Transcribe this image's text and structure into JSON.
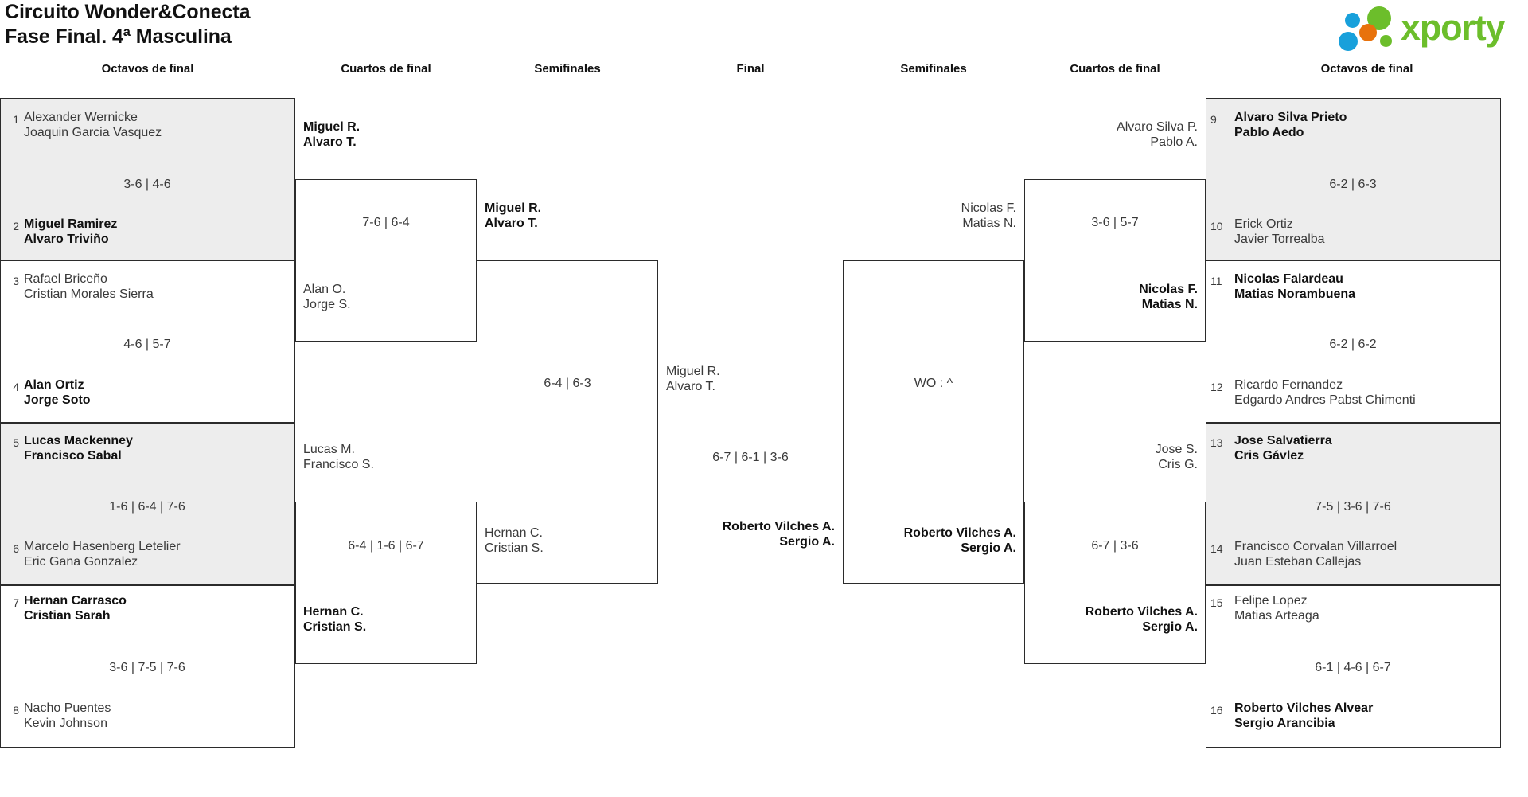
{
  "header": {
    "title_line1": "Circuito Wonder&Conecta",
    "title_line2": "Fase Final. 4ª Masculina",
    "logo_text": "xporty",
    "brand_green": "#6cbe2b",
    "brand_blue": "#18a0db",
    "brand_orange": "#e8720c"
  },
  "round_headers": {
    "r16_left": "Octavos de final",
    "qf_left": "Cuartos de final",
    "sf_left": "Semifinales",
    "final": "Final",
    "sf_right": "Semifinales",
    "qf_right": "Cuartos de final",
    "r16_right": "Octavos de final"
  },
  "bracket": {
    "left_r16": [
      {
        "seed_top": "1",
        "top_p1": "Alexander Wernicke",
        "top_p2": "Joaquin Garcia Vasquez",
        "top_winner": false,
        "score": "3-6 | 4-6",
        "seed_bot": "2",
        "bot_p1": "Miguel Ramirez",
        "bot_p2": "Alvaro Triviño",
        "bot_winner": true
      },
      {
        "seed_top": "3",
        "top_p1": "Rafael Briceño",
        "top_p2": "Cristian Morales Sierra",
        "top_winner": false,
        "score": "4-6 | 5-7",
        "seed_bot": "4",
        "bot_p1": "Alan Ortiz",
        "bot_p2": "Jorge Soto",
        "bot_winner": true
      },
      {
        "seed_top": "5",
        "top_p1": "Lucas Mackenney",
        "top_p2": "Francisco Sabal",
        "top_winner": true,
        "score": "1-6 | 6-4 | 7-6",
        "seed_bot": "6",
        "bot_p1": "Marcelo Hasenberg Letelier",
        "bot_p2": "Eric Gana Gonzalez",
        "bot_winner": false
      },
      {
        "seed_top": "7",
        "top_p1": "Hernan Carrasco",
        "top_p2": "Cristian Sarah",
        "top_winner": true,
        "score": "3-6 | 7-5 | 7-6",
        "seed_bot": "8",
        "bot_p1": "Nacho Puentes",
        "bot_p2": "Kevin Johnson",
        "bot_winner": false
      }
    ],
    "left_qf": [
      {
        "top_p1": "Miguel R.",
        "top_p2": "Alvaro T.",
        "top_winner": true,
        "score": "7-6 | 6-4",
        "bot_p1": "Alan O.",
        "bot_p2": "Jorge S.",
        "bot_winner": false
      },
      {
        "top_p1": "Lucas M.",
        "top_p2": "Francisco S.",
        "top_winner": false,
        "score": "6-4 | 1-6 | 6-7",
        "bot_p1": "Hernan C.",
        "bot_p2": "Cristian S.",
        "bot_winner": true
      }
    ],
    "left_sf": [
      {
        "top_p1": "Miguel R.",
        "top_p2": "Alvaro T.",
        "top_winner": true,
        "score": "6-4 | 6-3",
        "bot_p1": "Hernan C.",
        "bot_p2": "Cristian S.",
        "bot_winner": false
      }
    ],
    "final": {
      "left_p1": "Miguel R.",
      "left_p2": "Alvaro T.",
      "left_winner": false,
      "score": "6-7 | 6-1 | 3-6",
      "right_p1": "Roberto Vilches A.",
      "right_p2": "Sergio A.",
      "right_winner": true
    },
    "right_sf": [
      {
        "top_p1": "Nicolas F.",
        "top_p2": "Matias N.",
        "top_winner": false,
        "score": "WO : ^",
        "bot_p1": "Roberto Vilches A.",
        "bot_p2": "Sergio A.",
        "bot_winner": true
      }
    ],
    "right_qf": [
      {
        "top_p1": "Alvaro Silva P.",
        "top_p2": "Pablo A.",
        "top_winner": false,
        "score": "3-6 | 5-7",
        "bot_p1": "Nicolas F.",
        "bot_p2": "Matias N.",
        "bot_winner": true
      },
      {
        "top_p1": "Jose S.",
        "top_p2": "Cris G.",
        "top_winner": false,
        "score": "6-7 | 3-6",
        "bot_p1": "Roberto Vilches A.",
        "bot_p2": "Sergio A.",
        "bot_winner": true
      }
    ],
    "right_r16": [
      {
        "seed_top": "9",
        "top_p1": "Alvaro Silva Prieto",
        "top_p2": "Pablo Aedo",
        "top_winner": true,
        "score": "6-2 | 6-3",
        "seed_bot": "10",
        "bot_p1": "Erick Ortiz",
        "bot_p2": "Javier Torrealba",
        "bot_winner": false
      },
      {
        "seed_top": "11",
        "top_p1": "Nicolas Falardeau",
        "top_p2": "Matias Norambuena",
        "top_winner": true,
        "score": "6-2 | 6-2",
        "seed_bot": "12",
        "bot_p1": "Ricardo Fernandez",
        "bot_p2": "Edgardo Andres Pabst Chimenti",
        "bot_winner": false
      },
      {
        "seed_top": "13",
        "top_p1": "Jose Salvatierra",
        "top_p2": "Cris Gávlez",
        "top_winner": true,
        "score": "7-5 | 3-6 | 7-6",
        "seed_bot": "14",
        "bot_p1": "Francisco Corvalan Villarroel",
        "bot_p2": "Juan Esteban Callejas",
        "bot_winner": false
      },
      {
        "seed_top": "15",
        "top_p1": "Felipe Lopez",
        "top_p2": "Matias Arteaga",
        "top_winner": false,
        "score": "6-1 | 4-6 | 6-7",
        "seed_bot": "16",
        "bot_p1": "Roberto Vilches Alvear",
        "bot_p2": "Sergio Arancibia",
        "bot_winner": true
      }
    ]
  }
}
